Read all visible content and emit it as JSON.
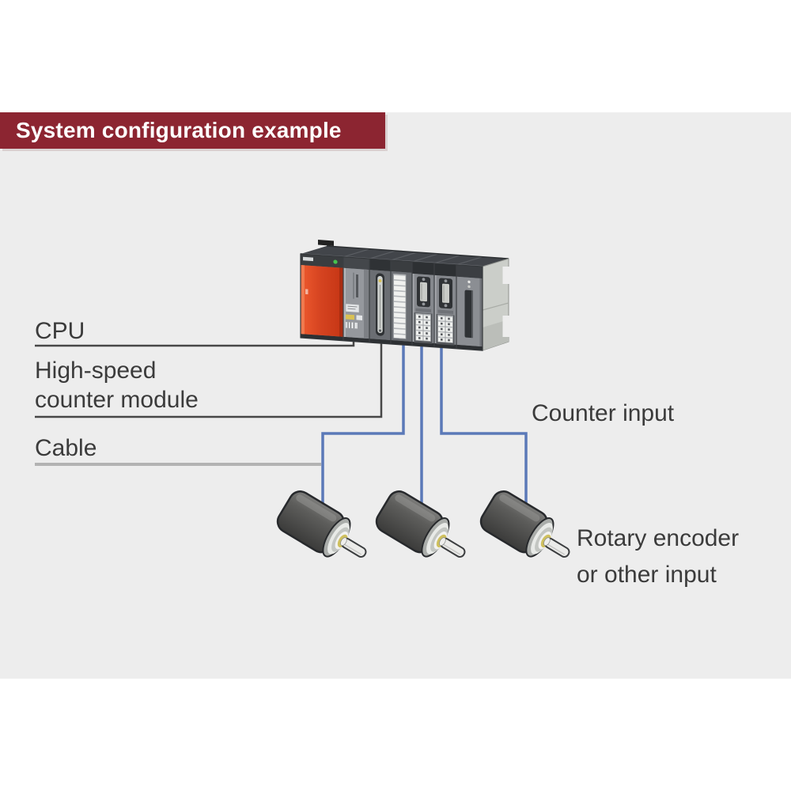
{
  "banner": {
    "title": "System configuration example",
    "background_color": "#8c2531",
    "text_color": "#ffffff"
  },
  "labels": {
    "cpu": "CPU",
    "high_speed_counter": {
      "line1": "High-speed",
      "line2": "counter module"
    },
    "cable": "Cable",
    "counter_input": "Counter input",
    "rotary_encoder": {
      "line1": "Rotary encoder",
      "line2": "or other input"
    }
  },
  "diagram": {
    "canvas_background": "#ededed",
    "plc_unit": {
      "modules": [
        "power-supply",
        "cpu",
        "high-speed-counter",
        "terminal-block",
        "io-connector-1",
        "io-connector-2",
        "end-cover"
      ],
      "power_supply_color": "#d64421",
      "status_led_color": "#46c24e",
      "chassis_top_color": "#42454a",
      "side_panel_color": "#cbcec9"
    },
    "cables": {
      "count": 3,
      "color": "#5b79b8"
    },
    "encoders": {
      "count": 3,
      "body_color": "#565656",
      "collar_color": "#cfc05e"
    },
    "pointer_lines": {
      "dark_color": "#474747",
      "cable_underline_color": "#b3b3b3"
    }
  }
}
